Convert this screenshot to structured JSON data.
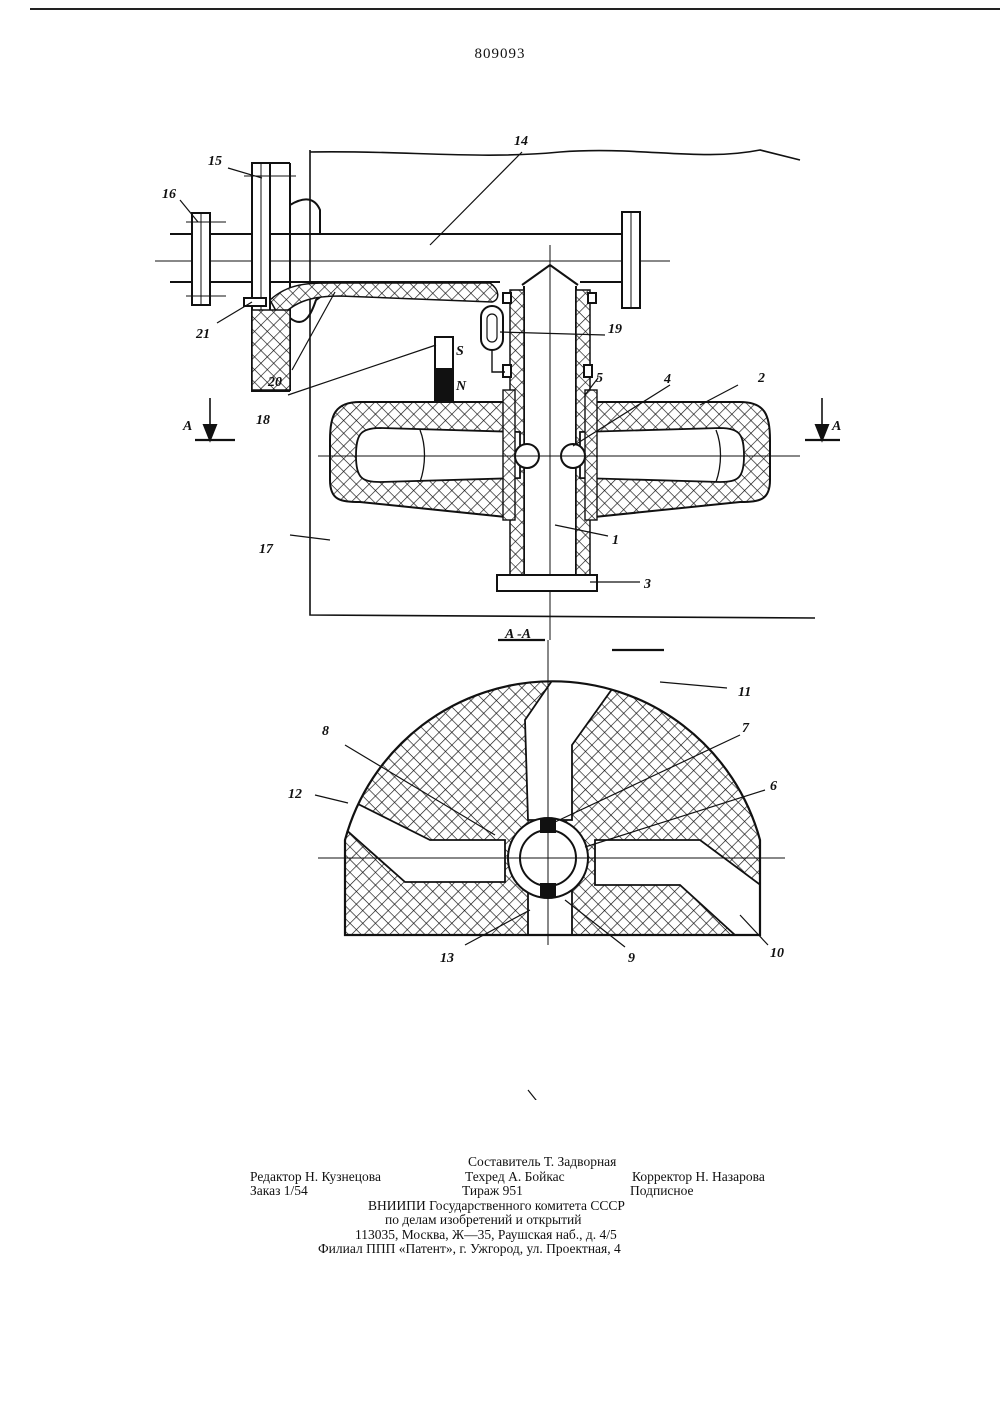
{
  "document": {
    "page_number": "809093"
  },
  "figure": {
    "labels": {
      "l1": "1",
      "l2": "2",
      "l3": "3",
      "l4": "4",
      "l5": "5",
      "l6": "6",
      "l7": "7",
      "l8": "8",
      "l9": "9",
      "l10": "10",
      "l11": "11",
      "l12": "12",
      "l13": "13",
      "l14": "14",
      "l15": "15",
      "l16": "16",
      "l17": "17",
      "l18": "18",
      "l19": "19",
      "l20": "20",
      "l21": "21",
      "section_left": "A",
      "section_right": "A",
      "section_title": "A -A",
      "magnet_s": "S",
      "magnet_n": "N"
    }
  },
  "colophon": {
    "composer": "Составитель Т. Задворная",
    "editor": "Редактор Н. Кузнецова",
    "techred": "Техред А. Бойкас",
    "corrector": "Корректор Н. Назарова",
    "order": "Заказ 1/54",
    "circulation": "Тираж 951",
    "subscription": "Подписное",
    "org1": "ВНИИПИ Государственного комитета СССР",
    "org2": "по делам изобретений и открытий",
    "address": "113035, Москва, Ж—35, Раушская наб., д. 4/5",
    "branch": "Филиал ППП «Патент», г. Ужгород, ул. Проектная, 4"
  }
}
